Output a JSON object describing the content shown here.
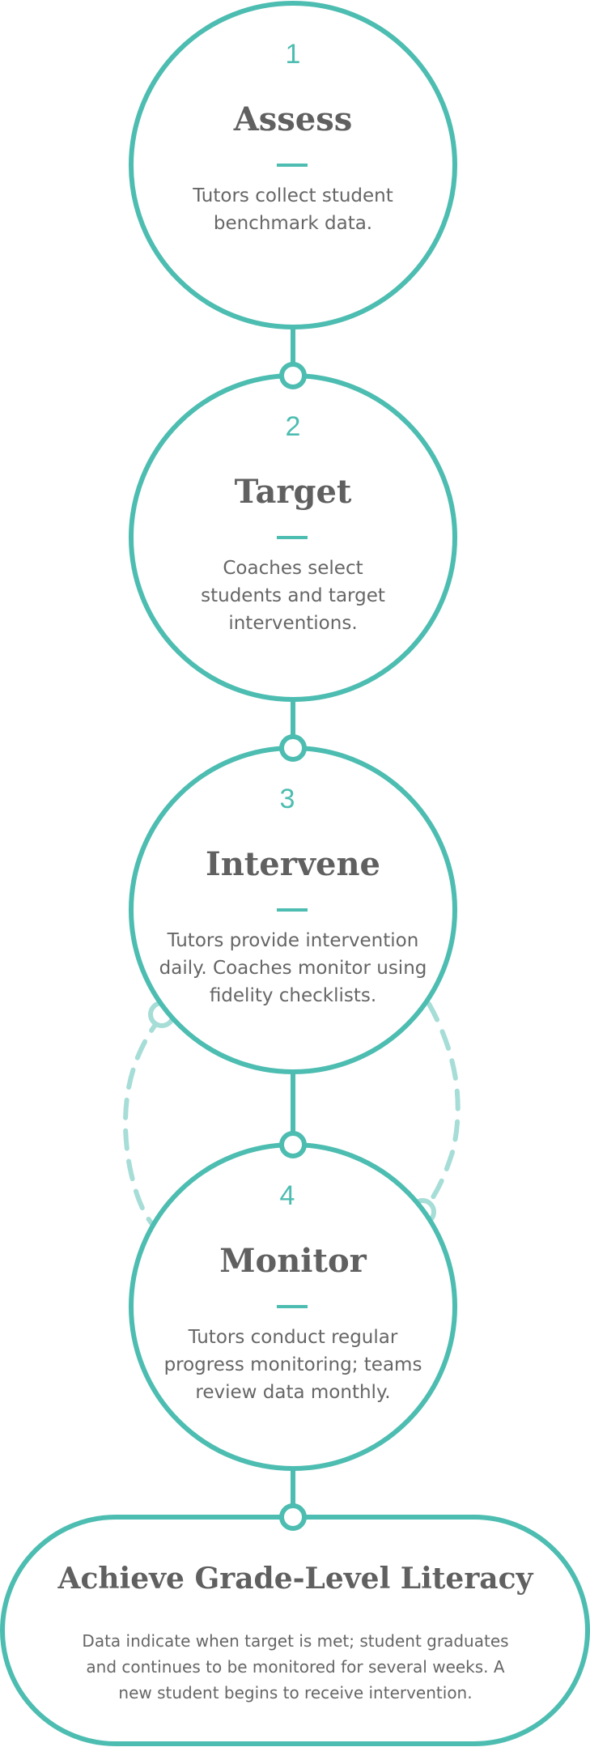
{
  "colors": {
    "accent": "#4dbdb1",
    "accent_light": "#a6ddd7",
    "text": "#636363"
  },
  "steps": [
    {
      "number": "1",
      "title": "Assess",
      "description": "Tutors collect student benchmark data."
    },
    {
      "number": "2",
      "title": "Target",
      "description": "Coaches select students and target interventions."
    },
    {
      "number": "3",
      "title": "Intervene",
      "description": "Tutors provide intervention daily. Coaches monitor using fidelity checklists."
    },
    {
      "number": "4",
      "title": "Monitor",
      "description": "Tutors conduct regular progress monitoring; teams review data monthly."
    }
  ],
  "outcome": {
    "title": "Achieve Grade-Level Literacy",
    "description": "Data indicate when target is met; student graduates and continues to be monitored for several weeks. A new student begins to receive intervention."
  },
  "desc_lines": {
    "assess": [
      "Tutors collect student",
      "benchmark data."
    ],
    "target": [
      "Coaches select",
      "students and target",
      "interventions."
    ],
    "intervene": [
      "Tutors provide intervention",
      "daily. Coaches monitor using",
      "fidelity checklists."
    ],
    "monitor": [
      "Tutors conduct regular",
      "progress monitoring; teams",
      "review data monthly."
    ],
    "outcome": [
      "Data indicate when target is met; student graduates",
      "and continues to be monitored for several weeks. A",
      "new student begins to receive intervention."
    ]
  }
}
